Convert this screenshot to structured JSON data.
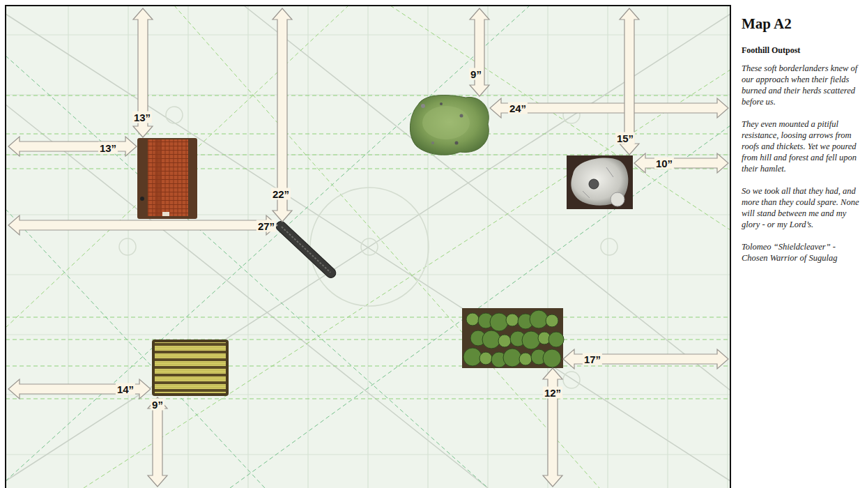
{
  "diagram": {
    "title": "Map A2",
    "labels": [
      "13”",
      "13”",
      "9”",
      "24”",
      "15”",
      "10”",
      "22”",
      "27”",
      "17”",
      "14”",
      "12”",
      "9”",
      "Foothill Outpost",
      "These soft borderlanders knew of our approach when their fields burned and their herds scattered before us.",
      "They even mounted a pitiful resistance, loosing arrows from roofs and thickets. Yet we poured from hill and forest and fell upon their hamlet.",
      "So we took all that they had, and more than they could spare. None will stand between me and my glory - or my Lord’s.",
      "Tolomeo “Shieldcleaver” - Chosen Warrior of Sugulag"
    ]
  }
}
